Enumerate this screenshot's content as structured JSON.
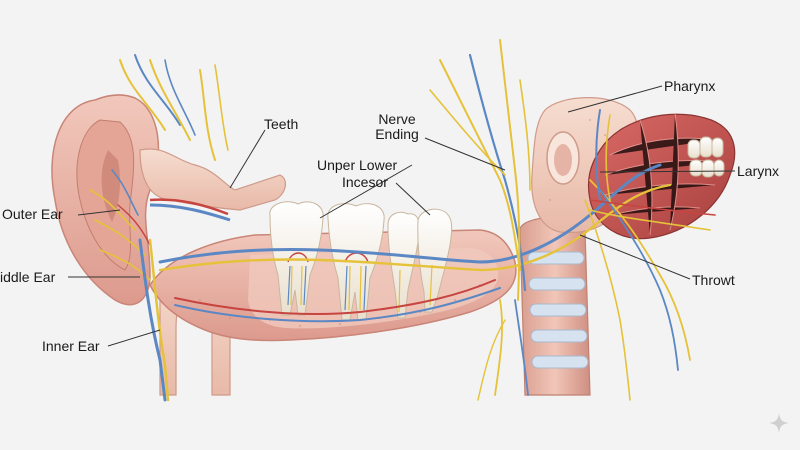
{
  "labels": {
    "teeth": "Teeth",
    "nerve_ending": "Nerve\nEnding",
    "upper_lower": "Unper Lower",
    "incisor": "Incesor",
    "outer_ear": "Outer  Ear",
    "middle_ear": "iddle Ear",
    "inner_ear": "Inner Ear",
    "pharynx": "Pharynx",
    "larynx": "Larynx",
    "throat": "Throwt"
  },
  "colors": {
    "background": "#f3f3f3",
    "tissue": "#e9b2a6",
    "bone": "#f1d3c4",
    "muscle": "#c95a58",
    "nerve": "#e5c23a",
    "vein": "#5b88c4",
    "artery": "#c74440",
    "tooth": "#f7f1e6",
    "cartilage": "#d6e2ef"
  },
  "icons": {
    "watermark": "sparkle-icon"
  }
}
